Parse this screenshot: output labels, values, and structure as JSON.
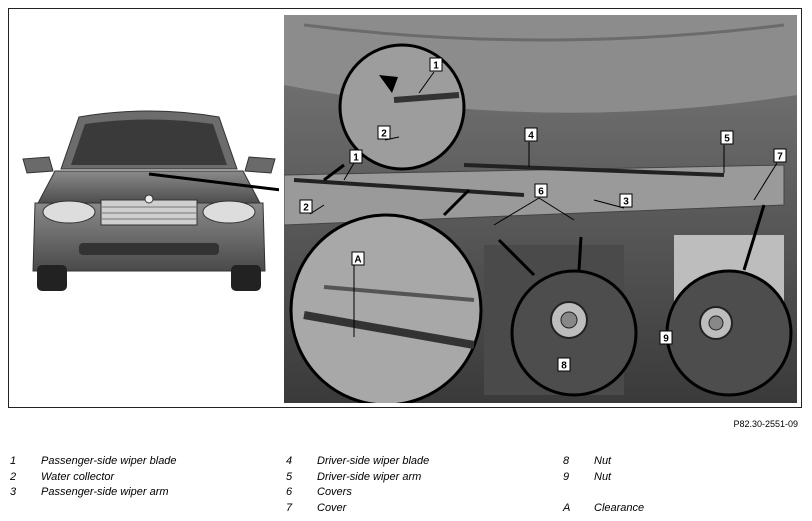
{
  "figure_ref": "P82.30-2551-09",
  "callout_labels": [
    "1",
    "2",
    "4",
    "5",
    "7",
    "6",
    "3",
    "1",
    "2",
    "A",
    "8",
    "9"
  ],
  "legend": {
    "col1": [
      {
        "num": "1",
        "text": "Passenger-side wiper blade"
      },
      {
        "num": "2",
        "text": "Water collector"
      },
      {
        "num": "3",
        "text": "Passenger-side wiper arm"
      }
    ],
    "col2": [
      {
        "num": "4",
        "text": "Driver-side wiper blade"
      },
      {
        "num": "5",
        "text": "Driver-side wiper arm"
      },
      {
        "num": "6",
        "text": "Covers"
      },
      {
        "num": "7",
        "text": "Cover"
      }
    ],
    "col3": [
      {
        "num": "8",
        "text": "Nut"
      },
      {
        "num": "9",
        "text": "Nut"
      },
      {
        "num": "",
        "text": ""
      },
      {
        "num": "A",
        "text": "Clearance"
      }
    ]
  }
}
